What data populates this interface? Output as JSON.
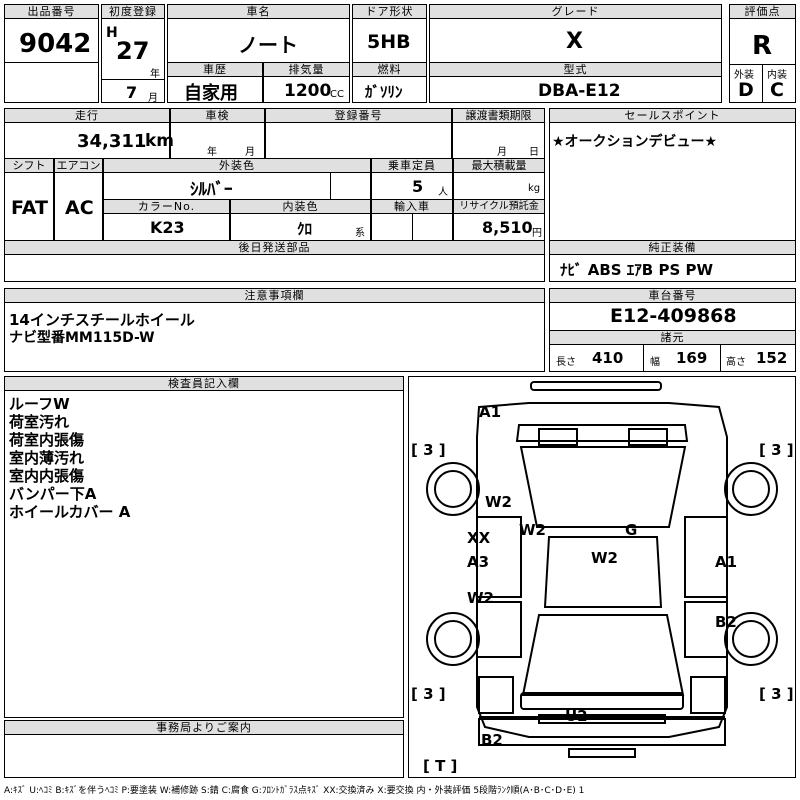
{
  "lot": {
    "label": "出品番号",
    "value": "9042"
  },
  "reg": {
    "label": "初度登録",
    "era": "H",
    "year": "27",
    "year_unit": "年",
    "month": "7",
    "month_unit": "月"
  },
  "car_name": {
    "label": "車名",
    "value": "ノート"
  },
  "door": {
    "label": "ドア形状",
    "value": "5HB"
  },
  "grade": {
    "label": "グレード",
    "value": "X"
  },
  "score": {
    "label": "評価点",
    "value": "R",
    "ext_label": "外装",
    "int_label": "内装",
    "ext": "D",
    "int": "C"
  },
  "history": {
    "label": "車歴",
    "value": "自家用"
  },
  "displacement": {
    "label": "排気量",
    "value": "1200",
    "unit": "CC"
  },
  "fuel": {
    "label": "燃料",
    "value": "ｶﾞｿﾘﾝ"
  },
  "model": {
    "label": "型式",
    "value": "DBA-E12"
  },
  "mileage": {
    "label": "走行",
    "value": "34,311",
    "unit": "km"
  },
  "inspection": {
    "label": "車検",
    "year_unit": "年",
    "month_unit": "月"
  },
  "plate": {
    "label": "登録番号"
  },
  "transfer": {
    "label": "譲渡書類期限",
    "month_unit": "月",
    "day_unit": "日"
  },
  "sales_point": {
    "label": "セールスポイント",
    "value": "★オークションデビュー★"
  },
  "shift": {
    "label": "シフト",
    "value": "FAT"
  },
  "ac": {
    "label": "エアコン",
    "value": "AC"
  },
  "ext_color": {
    "label": "外装色",
    "value": "ｼﾙﾊﾞｰ"
  },
  "capacity": {
    "label": "乗車定員",
    "value": "5",
    "unit": "人"
  },
  "max_load": {
    "label": "最大積載量",
    "unit": "kg"
  },
  "color_no": {
    "label": "カラーNo.",
    "value": "K23"
  },
  "int_color": {
    "label": "内装色",
    "value": "ｸﾛ",
    "unit": "系"
  },
  "import": {
    "label": "輸入車"
  },
  "recycle": {
    "label": "リサイクル預託金",
    "value": "8,510",
    "unit": "円"
  },
  "later_parts": {
    "label": "後日発送部品"
  },
  "equipment": {
    "label": "純正装備",
    "value": "ﾅﾋﾞ ABS ｴｱB PS PW"
  },
  "notes": {
    "label": "注意事項欄",
    "lines": [
      "14インチスチールホイール",
      "ナビ型番MM115D-W"
    ]
  },
  "chassis": {
    "label": "車台番号",
    "value": "E12-409868"
  },
  "specs": {
    "label": "諸元",
    "length_label": "長さ",
    "length": "410",
    "width_label": "幅",
    "width": "169",
    "height_label": "高さ",
    "height": "152"
  },
  "inspector": {
    "label": "検査員記入欄",
    "lines": [
      "ルーフW",
      "荷室汚れ",
      "荷室内張傷",
      "室内薄汚れ",
      "室内内張傷",
      "バンパー下A",
      "ホイールカバー A"
    ]
  },
  "office": {
    "label": "事務局よりご案内"
  },
  "diagram": {
    "tire_tl": "[ 3 ]",
    "tire_tr": "[ 3 ]",
    "tire_bl": "[ 3 ]",
    "tire_br": "[ 3 ]",
    "spare": "[ T ]",
    "marks": [
      "A1",
      "W2",
      "W2",
      "XX",
      "A3",
      "W2",
      "G",
      "W2",
      "A1",
      "B2",
      "U2",
      "B2"
    ]
  },
  "legend": "A:ｷｽﾞ U:ﾍｺﾐ B:ｷｽﾞを伴うﾍｺﾐ P:要塗装 W:補修跡 S:錆 C:腐食 G:ﾌﾛﾝﾄｶﾞﾗｽ点ｷｽﾞ XX:交換済み X:要交換 内・外装評価 5段階ﾗﾝｸ順(A･B･C･D･E) 1"
}
